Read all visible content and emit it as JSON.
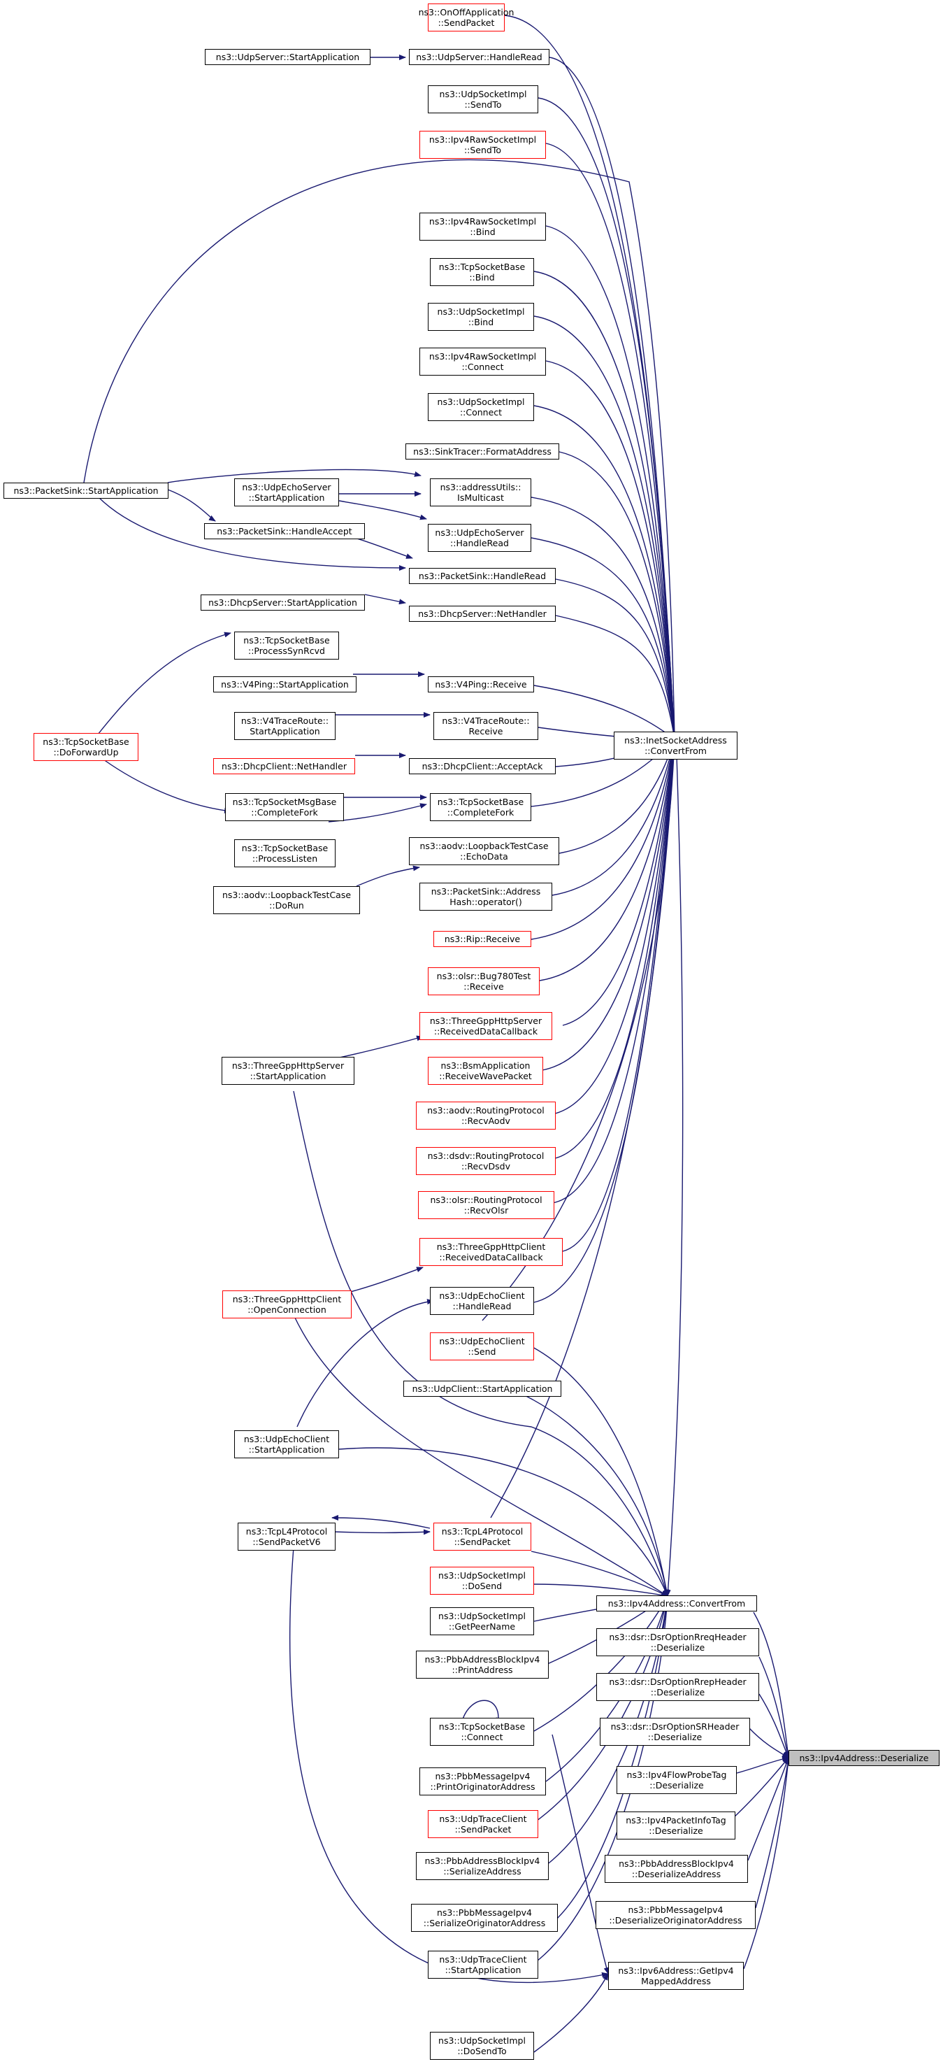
{
  "colors": {
    "edge": "#191970",
    "border": "#000000",
    "border_incomplete": "#ff0000",
    "target_fill": "#bfbfbf"
  },
  "nodes": {
    "target": "ns3::Ipv4Address::Deserialize",
    "ipv4_convertfrom": "ns3::Ipv4Address::ConvertFrom",
    "inet_convertfrom": "ns3::InetSocketAddress\n::ConvertFrom",
    "onoff_sendpacket": "ns3::OnOffApplication\n::SendPacket",
    "udpserver_start": "ns3::UdpServer::StartApplication",
    "udpserver_handleread": "ns3::UdpServer::HandleRead",
    "udpsocketimpl_sendto": "ns3::UdpSocketImpl\n::SendTo",
    "ipv4raw_sendto": "ns3::Ipv4RawSocketImpl\n::SendTo",
    "ipv4raw_bind": "ns3::Ipv4RawSocketImpl\n::Bind",
    "tcpsocketbase_bind": "ns3::TcpSocketBase\n::Bind",
    "udpsocketimpl_bind": "ns3::UdpSocketImpl\n::Bind",
    "ipv4raw_connect": "ns3::Ipv4RawSocketImpl\n::Connect",
    "udpsocketimpl_connect": "ns3::UdpSocketImpl\n::Connect",
    "sinktracer_format": "ns3::SinkTracer::FormatAddress",
    "packetsink_start": "ns3::PacketSink::StartApplication",
    "udpechoserver_start": "ns3::UdpEchoServer\n::StartApplication",
    "addressutils_ismulticast": "ns3::addressUtils::\nIsMulticast",
    "packetsink_handleaccept": "ns3::PacketSink::HandleAccept",
    "udpechoserver_handleread": "ns3::UdpEchoServer\n::HandleRead",
    "packetsink_handleread": "ns3::PacketSink::HandleRead",
    "dhcpserver_start": "ns3::DhcpServer::StartApplication",
    "dhcpserver_nethandler": "ns3::DhcpServer::NetHandler",
    "tcpsocketbase_processsynrcvd": "ns3::TcpSocketBase\n::ProcessSynRcvd",
    "v4ping_start": "ns3::V4Ping::StartApplication",
    "v4ping_receive": "ns3::V4Ping::Receive",
    "v4traceroute_start": "ns3::V4TraceRoute::\nStartApplication",
    "v4traceroute_receive": "ns3::V4TraceRoute::\nReceive",
    "tcpsocketbase_doforwardup": "ns3::TcpSocketBase\n::DoForwardUp",
    "dhcpclient_nethandler": "ns3::DhcpClient::NetHandler",
    "dhcpclient_acceptack": "ns3::DhcpClient::AcceptAck",
    "tcpsocketmsgbase_completefork": "ns3::TcpSocketMsgBase\n::CompleteFork",
    "tcpsocketbase_completefork": "ns3::TcpSocketBase\n::CompleteFork",
    "tcpsocketbase_processlisten": "ns3::TcpSocketBase\n::ProcessListen",
    "aodv_loopback_echodata": "ns3::aodv::LoopbackTestCase\n::EchoData",
    "aodv_loopback_dorun": "ns3::aodv::LoopbackTestCase\n::DoRun",
    "packetsink_addresshash": "ns3::PacketSink::Address\nHash::operator()",
    "rip_receive": "ns3::Rip::Receive",
    "olsr_bug780_receive": "ns3::olsr::Bug780Test\n::Receive",
    "threegpp_server_receiveddata": "ns3::ThreeGppHttpServer\n::ReceivedDataCallback",
    "threegpp_server_start": "ns3::ThreeGppHttpServer\n::StartApplication",
    "bsm_receivewave": "ns3::BsmApplication\n::ReceiveWavePacket",
    "aodv_recvaodv": "ns3::aodv::RoutingProtocol\n::RecvAodv",
    "dsdv_recvdsdv": "ns3::dsdv::RoutingProtocol\n::RecvDsdv",
    "olsr_recvolsr": "ns3::olsr::RoutingProtocol\n::RecvOlsr",
    "threegpp_client_receiveddata": "ns3::ThreeGppHttpClient\n::ReceivedDataCallback",
    "threegpp_client_openconnection": "ns3::ThreeGppHttpClient\n::OpenConnection",
    "udpechoclient_handleread": "ns3::UdpEchoClient\n::HandleRead",
    "udpechoclient_send": "ns3::UdpEchoClient\n::Send",
    "udpclient_start": "ns3::UdpClient::StartApplication",
    "udpechoclient_start": "ns3::UdpEchoClient\n::StartApplication",
    "tcpl4_sendpacketv6": "ns3::TcpL4Protocol\n::SendPacketV6",
    "tcpl4_sendpacket": "ns3::TcpL4Protocol\n::SendPacket",
    "udpsocketimpl_dosend": "ns3::UdpSocketImpl\n::DoSend",
    "udpsocketimpl_getpeername": "ns3::UdpSocketImpl\n::GetPeerName",
    "pbbaddressblockipv4_printaddress": "ns3::PbbAddressBlockIpv4\n::PrintAddress",
    "tcpsocketbase_connect": "ns3::TcpSocketBase\n::Connect",
    "pbbmessageipv4_printoriginator": "ns3::PbbMessageIpv4\n::PrintOriginatorAddress",
    "udptraceclient_sendpacket": "ns3::UdpTraceClient\n::SendPacket",
    "pbbaddressblockipv4_serialize": "ns3::PbbAddressBlockIpv4\n::SerializeAddress",
    "pbbmessageipv4_serializeoriginator": "ns3::PbbMessageIpv4\n::SerializeOriginatorAddress",
    "udptraceclient_start": "ns3::UdpTraceClient\n::StartApplication",
    "udpsocketimpl_dosendto": "ns3::UdpSocketImpl\n::DoSendTo",
    "dsr_rreq_deserialize": "ns3::dsr::DsrOptionRreqHeader\n::Deserialize",
    "dsr_rrep_deserialize": "ns3::dsr::DsrOptionRrepHeader\n::Deserialize",
    "dsr_sr_deserialize": "ns3::dsr::DsrOptionSRHeader\n::Deserialize",
    "ipv4flowprobetag_deserialize": "ns3::Ipv4FlowProbeTag\n::Deserialize",
    "ipv4packetinfotag_deserialize": "ns3::Ipv4PacketInfoTag\n::Deserialize",
    "pbbaddressblockipv4_deserialize": "ns3::PbbAddressBlockIpv4\n::DeserializeAddress",
    "pbbmessageipv4_deserializeoriginator": "ns3::PbbMessageIpv4\n::DeserializeOriginatorAddress",
    "ipv6_getipv4mapped": "ns3::Ipv6Address::GetIpv4\nMappedAddress"
  }
}
